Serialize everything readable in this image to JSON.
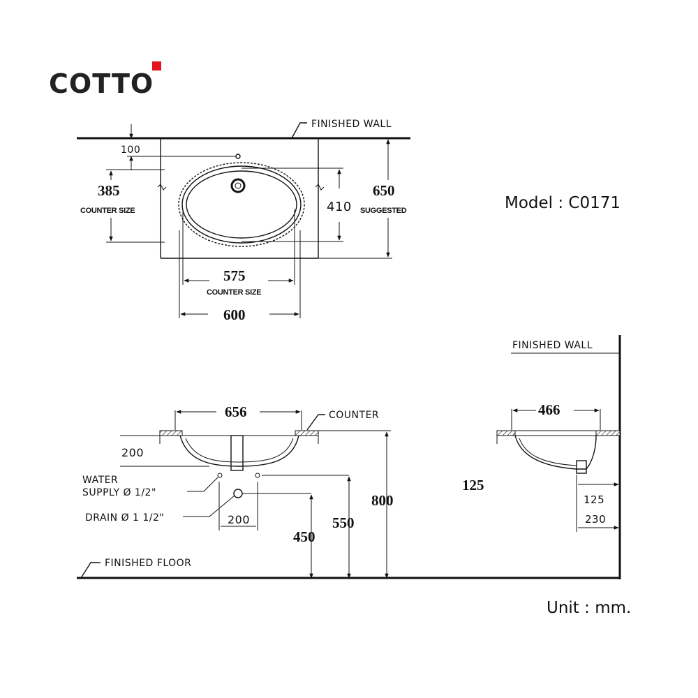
{
  "brand": {
    "name": "COTTO",
    "accent": "#e3141e"
  },
  "model_label": "Model : C0171",
  "unit_label": "Unit : mm.",
  "top_view": {
    "finished_wall": "FINISHED WALL",
    "d100": "100",
    "d385": "385",
    "counter_size_left": "COUNTER SIZE",
    "d410": "410",
    "d650": "650",
    "suggested": "SUGGESTED",
    "d575": "575",
    "counter_size_bottom": "COUNTER SIZE",
    "d600": "600"
  },
  "front_view": {
    "d656": "656",
    "counter": "COUNTER",
    "d200_left": "200",
    "water": "WATER",
    "supply": "SUPPLY Ø 1/2\"",
    "drain": "DRAIN Ø 1 1/2\"",
    "d200_bottom": "200",
    "d450": "450",
    "d550": "550",
    "d800": "800",
    "finished_floor": "FINISHED FLOOR"
  },
  "side_view": {
    "finished_wall": "FINISHED WALL",
    "d466": "466",
    "d125_left": "125",
    "d125": "125",
    "d230": "230"
  }
}
